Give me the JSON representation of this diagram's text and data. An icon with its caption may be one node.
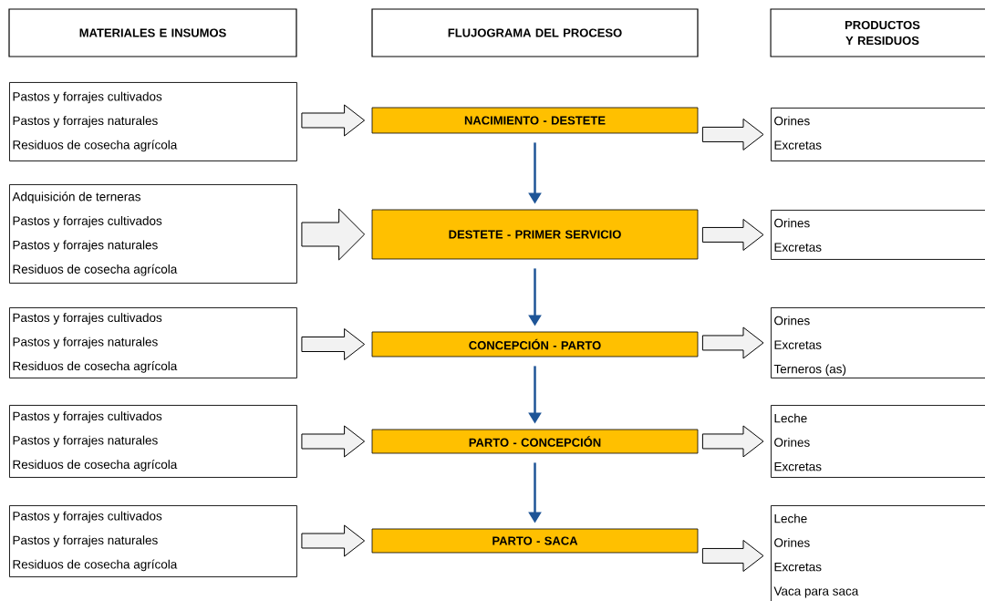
{
  "diagram": {
    "nodes": [
      {
        "text": [
          "MATERIALES E INSUMOS"
        ]
      },
      {
        "text": [
          "FLUJOGRAMA DEL PROCESO"
        ]
      },
      {
        "text": [
          "PRODUCTOS Y RESIDUOS"
        ]
      },
      {
        "text": [
          "Pastos y forrajes cultivados",
          "Pastos y forrajes naturales",
          "Residuos de cosecha agrícola"
        ]
      },
      {
        "text": [
          "NACIMIENTO - DESTETE"
        ]
      },
      {
        "text": [
          "Orines",
          "Excretas"
        ]
      },
      {
        "text": [
          "Adquisición de terneras",
          "Pastos y forrajes cultivados",
          "Pastos y forrajes naturales",
          "Residuos de cosecha agrícola"
        ]
      },
      {
        "text": [
          "DESTETE - PRIMER SERVICIO"
        ]
      },
      {
        "text": [
          "Orines",
          "Excretas"
        ]
      },
      {
        "text": [
          "Pastos y forrajes cultivados",
          "Pastos y forrajes naturales",
          "Residuos de cosecha agrícola"
        ]
      },
      {
        "text": [
          "CONCEPCIÓN - PARTO"
        ]
      },
      {
        "text": [
          "Orines",
          "Excretas",
          "Terneros (as)"
        ]
      },
      {
        "text": [
          "Pastos y forrajes cultivados",
          "Pastos y forrajes naturales",
          "Residuos de cosecha agrícola"
        ]
      },
      {
        "text": [
          "PARTO - CONCEPCIÓN"
        ]
      },
      {
        "text": [
          "Leche",
          "Orines",
          "Excretas"
        ]
      },
      {
        "text": [
          "Pastos y forrajes cultivados",
          "Pastos y forrajes naturales",
          "Residuos de cosecha agrícola"
        ]
      },
      {
        "text": [
          "PARTO - SACA"
        ]
      },
      {
        "text": [
          "Leche",
          "Orines",
          "Excretas",
          "Vaca para saca"
        ]
      }
    ],
    "edges": [
      {
        "from": 3,
        "to": 4,
        "arrow": "to"
      },
      {
        "from": 4,
        "to": 5,
        "arrow": "to"
      },
      {
        "from": 4,
        "to": 7,
        "arrow": "to",
        "color": "#1f5597"
      },
      {
        "from": 6,
        "to": 7,
        "arrow": "to"
      },
      {
        "from": 7,
        "to": 8,
        "arrow": "to"
      },
      {
        "from": 7,
        "to": 10,
        "arrow": "to",
        "color": "#1f5597"
      },
      {
        "from": 9,
        "to": 10,
        "arrow": "to"
      },
      {
        "from": 10,
        "to": 11,
        "arrow": "to"
      },
      {
        "from": 10,
        "to": 13,
        "arrow": "to",
        "color": "#1f5597"
      },
      {
        "from": 12,
        "to": 13,
        "arrow": "to"
      },
      {
        "from": 13,
        "to": 14,
        "arrow": "to"
      },
      {
        "from": 13,
        "to": 16,
        "arrow": "to",
        "color": "#1f5597"
      },
      {
        "from": 15,
        "to": 16,
        "arrow": "to"
      },
      {
        "from": 16,
        "to": 17,
        "arrow": "to"
      }
    ]
  }
}
